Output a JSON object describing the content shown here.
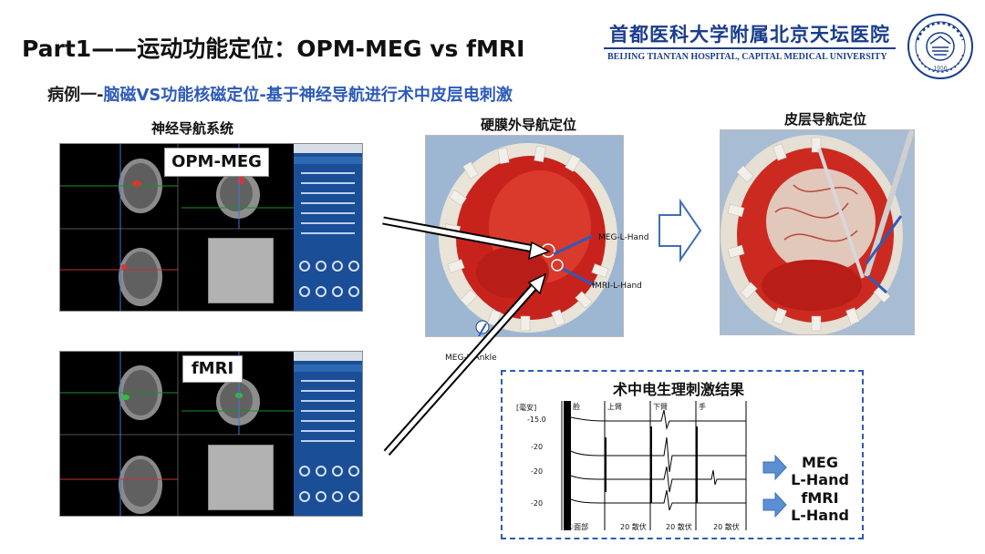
{
  "header": {
    "title": "Part1——运动功能定位：OPM-MEG vs fMRI",
    "hospital_cn": "首都医科大学附属北京天坛医院",
    "hospital_en": "BEIJING TIANTAN HOSPITAL, CAPITAL MEDICAL UNIVERSITY",
    "logo_year": "1956"
  },
  "subtitle": {
    "prefix": "病例一-",
    "highlight": "脑磁VS功能核磁定位-基于神经导航进行术中皮层电刺激"
  },
  "captions": {
    "nav_system": "神经导航系统",
    "epidural": "硬膜外导航定位",
    "cortex": "皮层导航定位"
  },
  "nav_labels": {
    "top": "OPM-MEG",
    "bottom": "fMRI"
  },
  "annotations": {
    "meg_l_hand": "MEG-L-Hand",
    "fmri_l_hand": "fMRI-L-Hand",
    "meg_ankle": "MEG-L-Ankle"
  },
  "ieeg": {
    "title": "术中电生理刺激结果",
    "unit_label": "[毫安]",
    "y_labels": [
      "-15.0",
      "-20",
      "-20",
      "-20"
    ],
    "column_labels": [
      "脸",
      "上臂",
      "下臂",
      "手"
    ],
    "footer_labels": [
      "①面部",
      "20 散伏",
      "20 散伏",
      "20 散伏"
    ]
  },
  "results": [
    {
      "line1": "MEG",
      "line2": "L-Hand"
    },
    {
      "line1": "fMRI",
      "line2": "L-Hand"
    }
  ],
  "colors": {
    "accent_blue": "#2e5bb8",
    "hospital_blue": "#1a3d8c",
    "ui_blue": "#1a4e96",
    "tissue_red": "#c8221c"
  }
}
